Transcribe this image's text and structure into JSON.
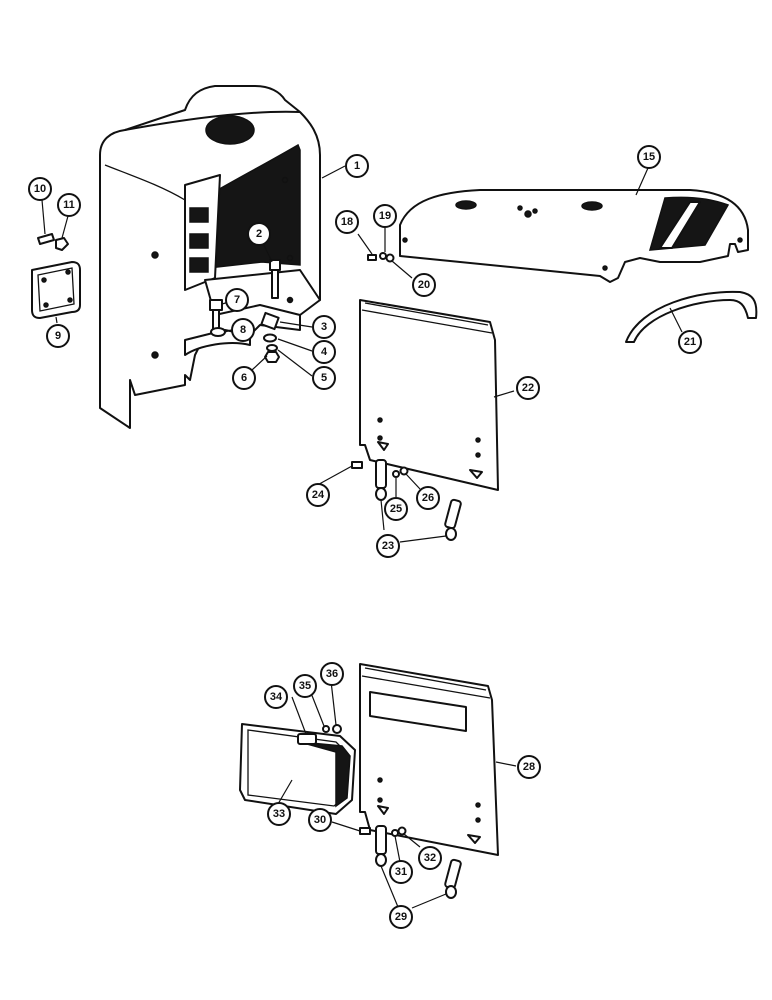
{
  "callouts": {
    "c1": "1",
    "c2": "2",
    "c3": "3",
    "c4": "4",
    "c5": "5",
    "c6": "6",
    "c7": "7",
    "c8": "8",
    "c9": "9",
    "c10": "10",
    "c11": "11",
    "c15": "15",
    "c18": "18",
    "c19": "19",
    "c20": "20",
    "c21": "21",
    "c22": "22",
    "c23": "23",
    "c24": "24",
    "c25": "25",
    "c26": "26",
    "c28": "28",
    "c29": "29",
    "c30": "30",
    "c31": "31",
    "c32": "32",
    "c33": "33",
    "c34": "34",
    "c35": "35",
    "c36": "36"
  },
  "colors": {
    "line": "#111111",
    "background": "#ffffff",
    "fill_dark": "#151515"
  }
}
